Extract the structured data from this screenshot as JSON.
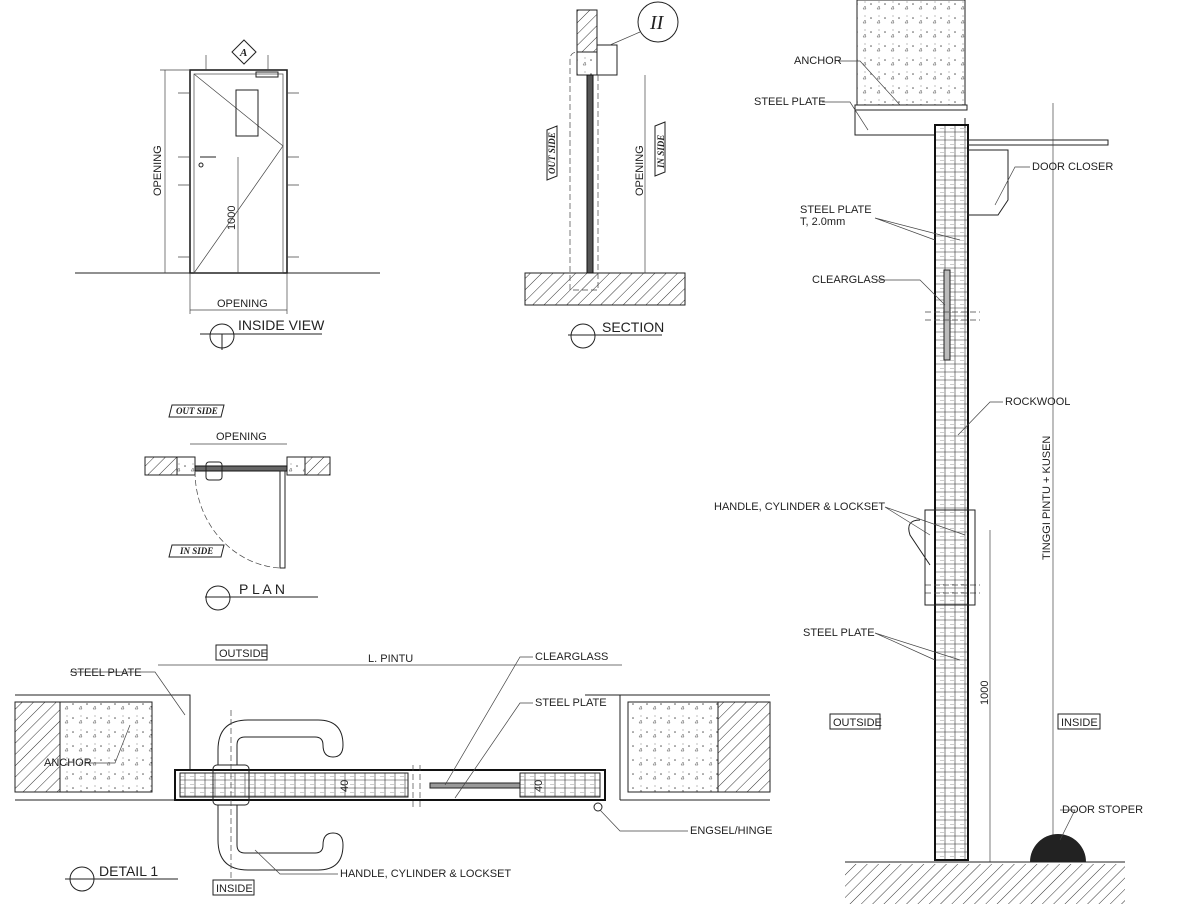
{
  "inside_view": {
    "marker": "A",
    "opening_height": "OPENING",
    "opening_width": "OPENING",
    "handle_height": "1000",
    "title": "INSIDE VIEW"
  },
  "section": {
    "marker": "II",
    "out_side": "OUT SIDE",
    "in_side": "IN SIDE",
    "opening": "OPENING",
    "title": "SECTION"
  },
  "plan": {
    "out_side": "OUT SIDE",
    "in_side": "IN SIDE",
    "opening": "OPENING",
    "title": "P L A N"
  },
  "detail1": {
    "outside": "OUTSIDE",
    "inside": "INSIDE",
    "width_dim": "L. PINTU",
    "steel_plate_1": "STEEL PLATE",
    "steel_plate_2": "STEEL PLATE",
    "anchor": "ANCHOR",
    "clearglass": "CLEARGLASS",
    "hinge": "ENGSEL/HINGE",
    "handle": "HANDLE, CYLINDER & LOCKSET",
    "dim_40_a": "40",
    "dim_40_b": "40",
    "title": "DETAIL 1"
  },
  "detail_section": {
    "anchor": "ANCHOR",
    "steel_plate_top": "STEEL PLATE",
    "door_closer": "DOOR CLOSER",
    "steel_plate_t": "STEEL PLATE",
    "steel_plate_t2": "T, 2.0mm",
    "clearglass": "CLEARGLASS",
    "rockwool": "ROCKWOOL",
    "handle": "HANDLE, CYLINDER & LOCKSET",
    "steel_plate_low": "STEEL PLATE",
    "outside": "OUTSIDE",
    "inside": "INSIDE",
    "handle_height": "1000",
    "total_height": "TINGGI PINTU + KUSEN",
    "door_stoper": "DOOR STOPER"
  }
}
